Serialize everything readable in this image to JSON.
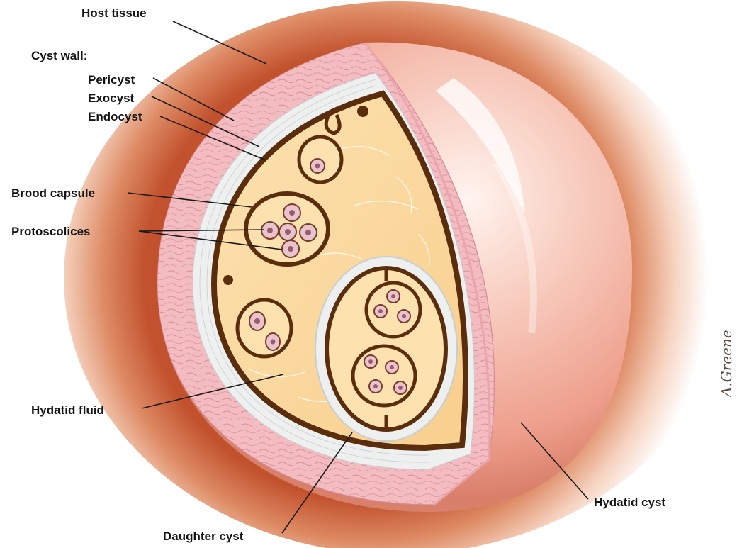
{
  "labels": {
    "host_tissue": "Host tissue",
    "cyst_wall": "Cyst wall:",
    "pericyst": "Pericyst",
    "exocyst": "Exocyst",
    "endocyst": "Endocyst",
    "brood_capsule": "Brood capsule",
    "protoscolices": "Protoscolices",
    "hydatid_fluid": "Hydatid fluid",
    "daughter_cyst": "Daughter cyst",
    "hydatid_cyst": "Hydatid cyst"
  },
  "signature": "A.Greene",
  "colors": {
    "host_tissue": "#c2522e",
    "pericyst": "#f0b9bd",
    "exocyst": "#eef0f0",
    "endocyst": "#5a2e0c",
    "hydatid_fluid": "#fbd9a0",
    "cyst_surface": "#f4c0ad",
    "protoscolex": "#e8c4cf"
  }
}
